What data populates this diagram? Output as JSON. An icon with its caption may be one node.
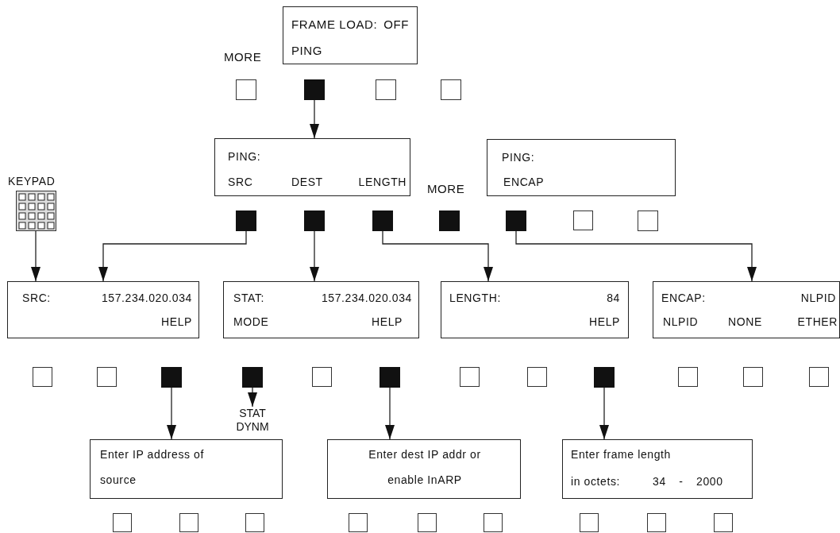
{
  "diagram": {
    "nodes": [
      {
        "text": [
          "FRAME LOAD:",
          "OFF",
          "PING"
        ]
      },
      {
        "text": [],
        "shape": "box"
      },
      {
        "text": [
          "PING:",
          "SRC",
          "DEST",
          "LENGTH"
        ]
      },
      {
        "text": [
          "PING:",
          "ENCAP"
        ]
      },
      {
        "text": [],
        "shape": "box"
      },
      {
        "text": [],
        "shape": "box"
      },
      {
        "text": [],
        "shape": "box"
      },
      {
        "text": [],
        "shape": "box"
      },
      {
        "text": [],
        "shape": "box"
      },
      {
        "text": [
          "KEYPAD"
        ]
      },
      {
        "text": [
          "SRC:",
          "157.234.020.034",
          "HELP"
        ]
      },
      {
        "text": [
          "STAT:",
          "157.234.020.034",
          "MODE",
          "HELP"
        ]
      },
      {
        "text": [
          "LENGTH:",
          "84",
          "HELP"
        ]
      },
      {
        "text": [
          "ENCAP:",
          "NLPID",
          "NLPID",
          "NONE",
          "ETHER"
        ]
      },
      {
        "text": [],
        "shape": "box"
      },
      {
        "text": [],
        "shape": "box"
      },
      {
        "text": [],
        "shape": "box"
      },
      {
        "text": [],
        "shape": "box"
      },
      {
        "text": [
          "STAT DYNM"
        ]
      },
      {
        "text": [
          "Enter IP address of source"
        ]
      },
      {
        "text": [
          "Enter dest IP addr or enable InARP"
        ]
      },
      {
        "text": [
          "Enter frame length",
          "in octets:",
          "34 - 2000"
        ]
      }
    ],
    "edges": [
      {
        "from": 1,
        "to": 2,
        "arrow": "to"
      },
      {
        "from": 9,
        "to": 10,
        "arrow": "to"
      },
      {
        "from": 4,
        "to": 10,
        "arrow": "to"
      },
      {
        "from": 5,
        "to": 11,
        "arrow": "to"
      },
      {
        "from": 6,
        "to": 12,
        "arrow": "to"
      },
      {
        "from": 8,
        "to": 13,
        "arrow": "to"
      },
      {
        "from": 14,
        "to": 19,
        "arrow": "to"
      },
      {
        "from": 15,
        "to": 18,
        "arrow": "to"
      },
      {
        "from": 16,
        "to": 20,
        "arrow": "to"
      },
      {
        "from": 17,
        "to": 21,
        "arrow": "to"
      }
    ],
    "labels": [
      "MORE",
      "MORE"
    ]
  }
}
